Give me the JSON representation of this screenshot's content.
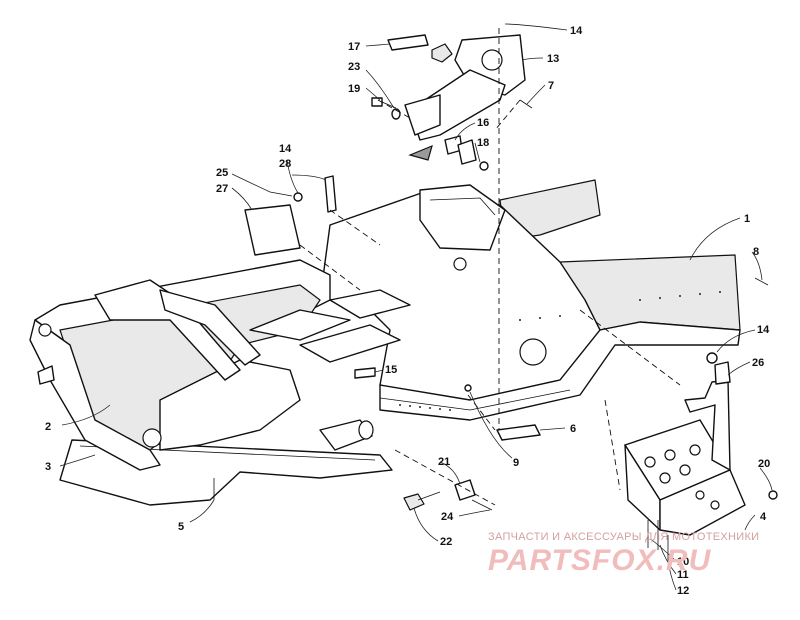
{
  "callouts": [
    {
      "id": "c1",
      "label": "1"
    },
    {
      "id": "c2",
      "label": "2"
    },
    {
      "id": "c3",
      "label": "3"
    },
    {
      "id": "c4",
      "label": "4"
    },
    {
      "id": "c5",
      "label": "5"
    },
    {
      "id": "c6",
      "label": "6"
    },
    {
      "id": "c7",
      "label": "7"
    },
    {
      "id": "c8",
      "label": "8"
    },
    {
      "id": "c9",
      "label": "9"
    },
    {
      "id": "c10",
      "label": "10"
    },
    {
      "id": "c11",
      "label": "11"
    },
    {
      "id": "c12",
      "label": "12"
    },
    {
      "id": "c13",
      "label": "13"
    },
    {
      "id": "c14a",
      "label": "14"
    },
    {
      "id": "c14b",
      "label": "14"
    },
    {
      "id": "c14c",
      "label": "14"
    },
    {
      "id": "c15",
      "label": "15"
    },
    {
      "id": "c16",
      "label": "16"
    },
    {
      "id": "c17",
      "label": "17"
    },
    {
      "id": "c18",
      "label": "18"
    },
    {
      "id": "c19",
      "label": "19"
    },
    {
      "id": "c20",
      "label": "20"
    },
    {
      "id": "c21",
      "label": "21"
    },
    {
      "id": "c22",
      "label": "22"
    },
    {
      "id": "c23",
      "label": "23"
    },
    {
      "id": "c24",
      "label": "24"
    },
    {
      "id": "c25",
      "label": "25"
    },
    {
      "id": "c26",
      "label": "26"
    },
    {
      "id": "c27",
      "label": "27"
    },
    {
      "id": "c28",
      "label": "28"
    }
  ],
  "watermark": {
    "tagline": "ЗАПЧАСТИ И АКСЕССУАРЫ ДЛЯ МОТОТЕХНИКИ",
    "logo": "PARTSFOX.RU"
  },
  "colors": {
    "ink": "#111111",
    "watermark": "#f0bcbc"
  }
}
